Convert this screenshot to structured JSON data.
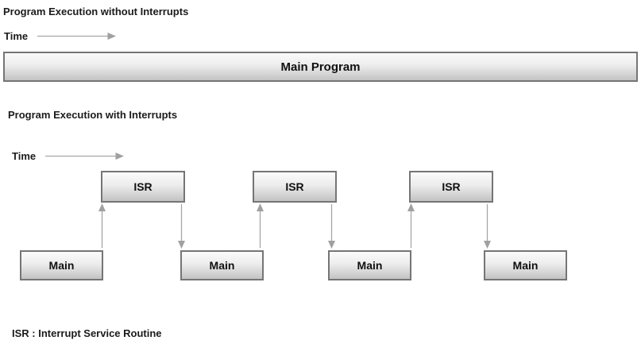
{
  "colors": {
    "background": "#ffffff",
    "box_border": "#757575",
    "box_gradient_top": "#fbfbfb",
    "box_gradient_bottom": "#c3c3c3",
    "arrow": "#a6a6a6",
    "text": "#1b1b1b"
  },
  "section_without": {
    "title": "Program Execution without Interrupts",
    "time_label": "Time",
    "main_box_label": "Main Program"
  },
  "section_with": {
    "title": "Program Execution with Interrupts",
    "time_label": "Time",
    "isr_boxes": [
      {
        "label": "ISR"
      },
      {
        "label": "ISR"
      },
      {
        "label": "ISR"
      }
    ],
    "main_boxes": [
      {
        "label": "Main"
      },
      {
        "label": "Main"
      },
      {
        "label": "Main"
      },
      {
        "label": "Main"
      }
    ]
  },
  "legend": {
    "text": "ISR : Interrupt Service Routine"
  }
}
